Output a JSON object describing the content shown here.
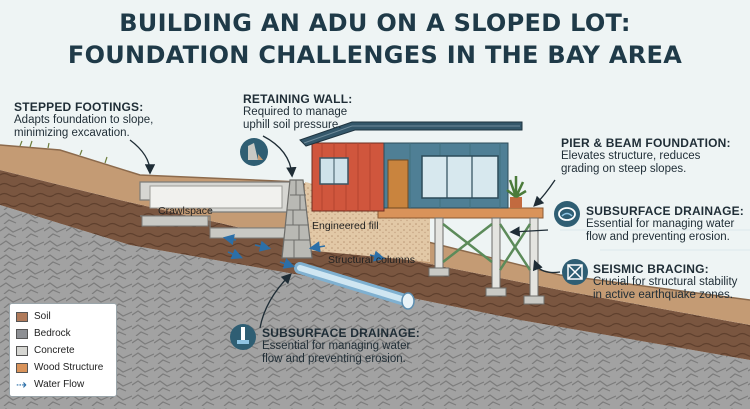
{
  "title": {
    "line1": "BUILDING AN ADU ON A SLOPED LOT:",
    "line2": "FOUNDATION CHALLENGES IN THE BAY AREA"
  },
  "callouts": {
    "stepped_footings": {
      "heading": "STEPPED FOOTINGS:",
      "body": "Adapts foundation to slope, minimizing excavation."
    },
    "retaining_wall": {
      "heading": "RETAINING WALL:",
      "body": "Required to manage uphill soil pressure."
    },
    "pier_beam": {
      "heading": "PIER & BEAM FOUNDATION:",
      "body": "Elevates structure, reduces grading on steep slopes."
    },
    "subsurface_drainage_right": {
      "heading": "SUBSURFACE DRAINAGE:",
      "body": "Essential for managing water flow and preventing erosion."
    },
    "seismic_bracing": {
      "heading": "SEISMIC BRACING:",
      "body": "Crucial for structural stability in active earthquake zones."
    },
    "subsurface_drainage_bottom": {
      "heading": "SUBSURFACE DRAINAGE:",
      "body": "Essential for managing water flow and preventing erosion."
    }
  },
  "labels": {
    "crawlspace": "Crawlspace",
    "engineered_fill": "Engineered fill",
    "structural_columns": "Structural columns"
  },
  "legend": [
    {
      "label": "Soil",
      "color": "#b07a5a"
    },
    {
      "label": "Bedrock",
      "color": "#8d8f93"
    },
    {
      "label": "Concrete",
      "color": "#d6d6d2"
    },
    {
      "label": "Wood Structure",
      "color": "#d9935a"
    },
    {
      "label": "Water Flow",
      "icon": "water-flow-arrow-icon"
    }
  ],
  "colors": {
    "soil_top": "#c9a37f",
    "soil_dark": "#6b4a36",
    "bedrock": "#9a9a9a",
    "house_red": "#d0563d",
    "house_blue": "#4f7f95",
    "roof": "#34576a",
    "water": "#2b6fa8"
  }
}
